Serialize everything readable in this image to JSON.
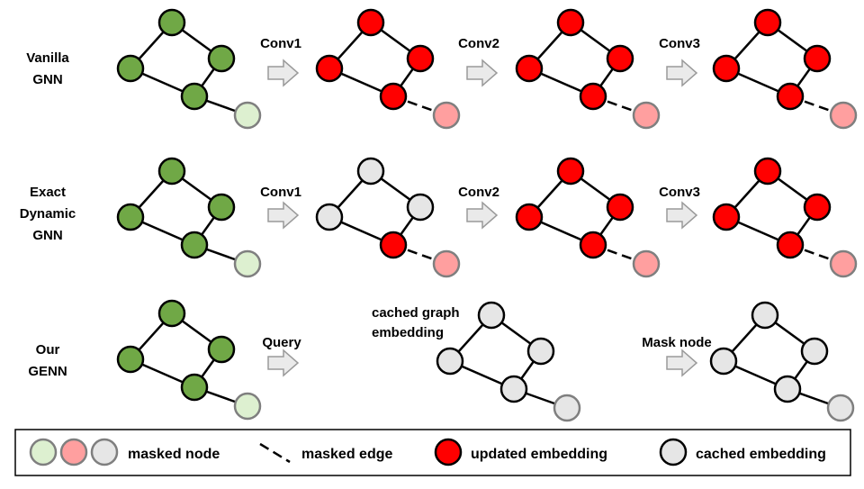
{
  "colors": {
    "green": "#70A846",
    "red": "#FF0000",
    "gray": "#E6E6E6",
    "pink": "#FF9F9F",
    "light_green": "#DDF0D0",
    "stroke": "#000000",
    "masked_stroke": "#7F7F7F",
    "arrow_fill": "#EAEAEA",
    "arrow_stroke": "#9A9A9A"
  },
  "rows": [
    {
      "label_lines": [
        "Vanilla",
        "GNN"
      ],
      "graphs": [
        {
          "nodes": [
            "green",
            "green",
            "green",
            "green"
          ],
          "masked_node": "light_green",
          "masked_edge": false
        },
        {
          "nodes": [
            "red",
            "red",
            "red",
            "red"
          ],
          "masked_node": "pink",
          "masked_edge": true
        },
        {
          "nodes": [
            "red",
            "red",
            "red",
            "red"
          ],
          "masked_node": "pink",
          "masked_edge": true
        },
        {
          "nodes": [
            "red",
            "red",
            "red",
            "red"
          ],
          "masked_node": "pink",
          "masked_edge": true
        }
      ],
      "arrows": [
        "Conv1",
        "Conv2",
        "Conv3"
      ]
    },
    {
      "label_lines": [
        "Exact",
        "Dynamic",
        "GNN"
      ],
      "graphs": [
        {
          "nodes": [
            "green",
            "green",
            "green",
            "green"
          ],
          "masked_node": "light_green",
          "masked_edge": false
        },
        {
          "nodes": [
            "gray",
            "gray",
            "gray",
            "red"
          ],
          "masked_node": "pink",
          "masked_edge": true
        },
        {
          "nodes": [
            "red",
            "red",
            "red",
            "red"
          ],
          "masked_node": "pink",
          "masked_edge": true
        },
        {
          "nodes": [
            "red",
            "red",
            "red",
            "red"
          ],
          "masked_node": "pink",
          "masked_edge": true
        }
      ],
      "arrows": [
        "Conv1",
        "Conv2",
        "Conv3"
      ]
    },
    {
      "label_lines": [
        "Our",
        "GENN"
      ],
      "graphs": [
        {
          "nodes": [
            "green",
            "green",
            "green",
            "green"
          ],
          "masked_node": "light_green",
          "masked_edge": false
        },
        {
          "nodes": [
            "gray",
            "gray",
            "gray",
            "gray"
          ],
          "masked_node": "gray",
          "masked_edge": false
        },
        {
          "nodes": [
            "gray",
            "gray",
            "gray",
            "gray"
          ],
          "masked_node": "gray",
          "masked_edge": false
        }
      ],
      "arrows": [
        "Query",
        "Mask node"
      ],
      "annotation_lines": [
        "cached graph",
        "embedding"
      ]
    }
  ],
  "legend": {
    "masked_node": "masked node",
    "masked_edge": "masked edge",
    "updated": "updated embedding",
    "cached": "cached embedding"
  }
}
